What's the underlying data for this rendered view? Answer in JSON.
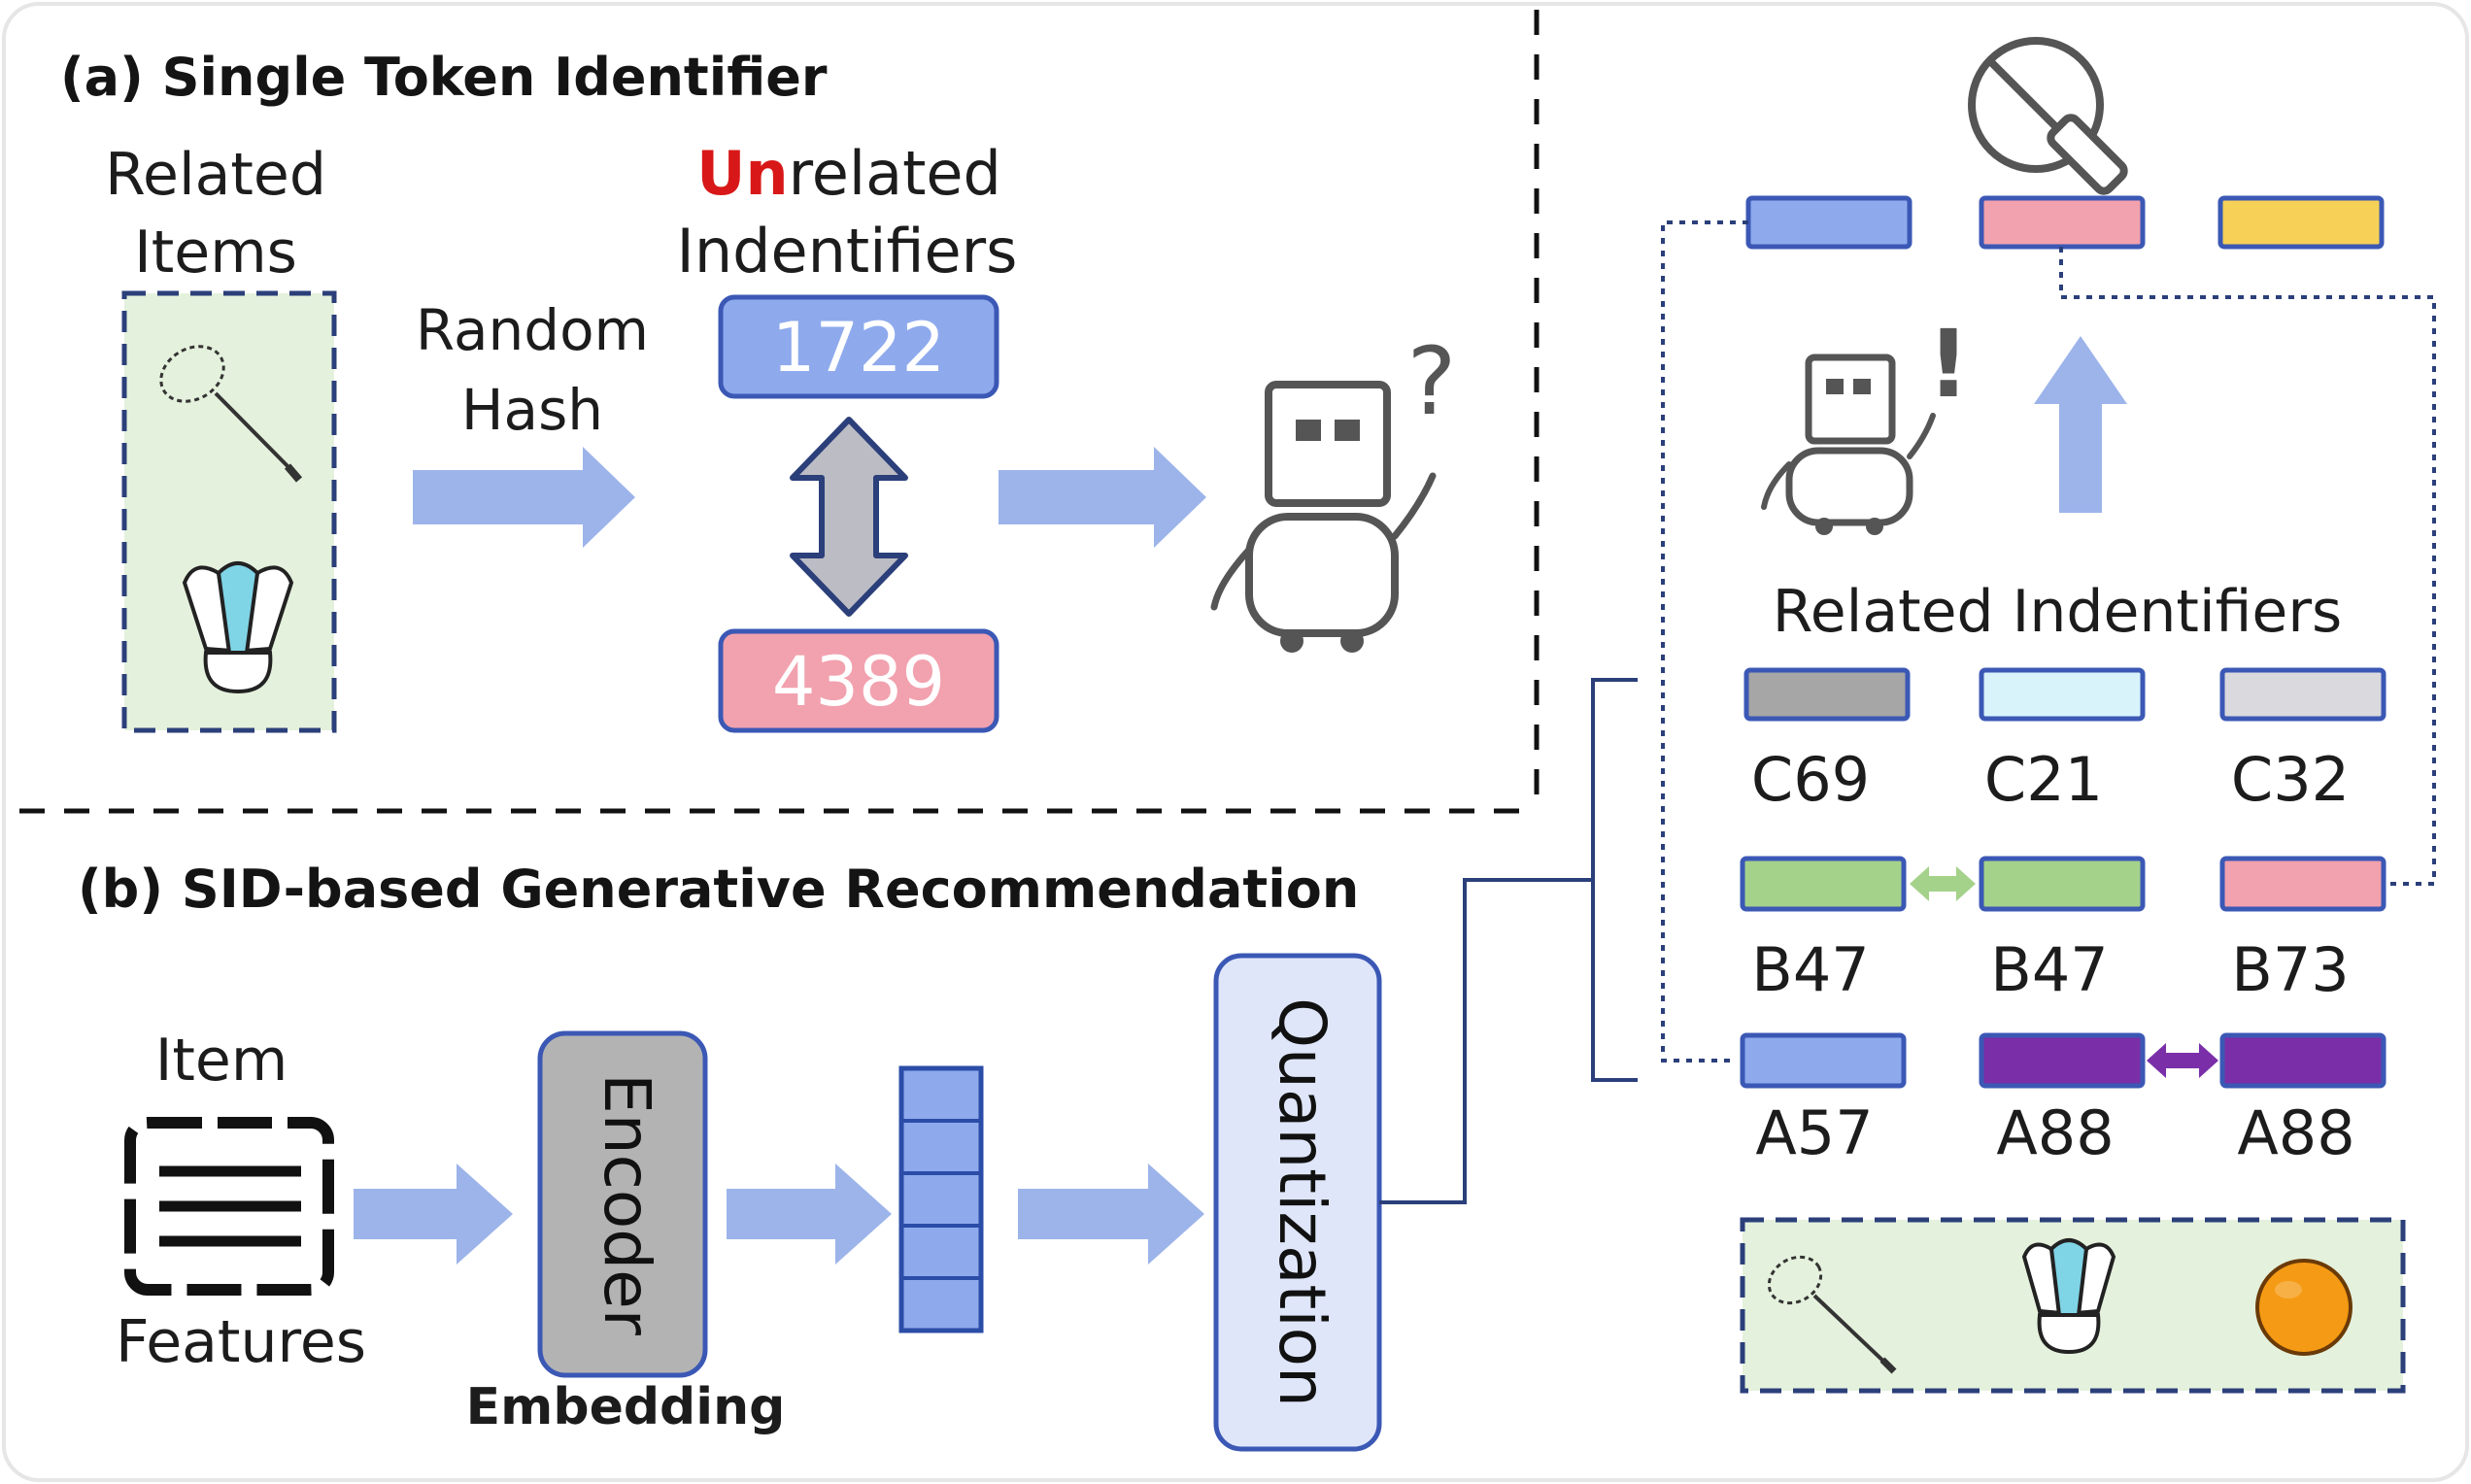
{
  "panel_a": {
    "title": "(a) Single Token Identifier",
    "related_items_line1": "Related",
    "related_items_line2": "Items",
    "unrelated_highlight": "Un",
    "unrelated_rest": "related",
    "identifiers_word": "Indentifiers",
    "hash_line1": "Random",
    "hash_line2": "Hash",
    "id_top": "1722",
    "id_bottom": "4389",
    "question_mark": "?"
  },
  "panel_b": {
    "title": "(b) SID-based Generative Recommendation",
    "item_label": "Item",
    "features_label": "Features",
    "encoder_label": "Encoder",
    "embedding_label": "Embedding",
    "quantization_label": "Quantization"
  },
  "panel_right": {
    "exclamation": "!",
    "related_identifiers": "Related Indentifiers",
    "codes_row_c": [
      "C69",
      "C21",
      "C32"
    ],
    "codes_row_b": [
      "B47",
      "B47",
      "B73"
    ],
    "codes_row_a": [
      "A57",
      "A88",
      "A88"
    ]
  },
  "colors": {
    "blue_fill": "#8eaaed",
    "blue_stroke": "#3b58b5",
    "pink_fill": "#f2a1ae",
    "yellow_fill": "#f6d057",
    "gray_fill": "#a6a6a6",
    "light_cyan_fill": "#d8f3fa",
    "light_gray_fill": "#d9d9de",
    "green_fill": "#a5d28b",
    "purple_fill": "#7a2fa8",
    "arrow_blue": "#9db4ea",
    "highlight_red": "#d81818",
    "green_panel": "#e4f1dc"
  },
  "icons": [
    "racket-icon",
    "shuttlecock-icon",
    "robot-icon",
    "ping-pong-paddle-icon",
    "orange-ball-icon",
    "document-features-icon"
  ]
}
